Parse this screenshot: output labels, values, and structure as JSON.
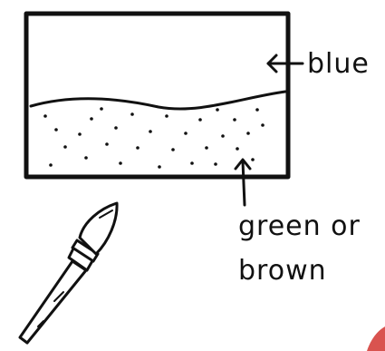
{
  "labels": {
    "top": "blue",
    "bottom_line1": "green or",
    "bottom_line2": "brown"
  },
  "colors": {
    "ink": "#111111",
    "paper": "#ffffff",
    "corner_accent": "#d9534f"
  },
  "icons": [
    "paintbrush-icon"
  ]
}
